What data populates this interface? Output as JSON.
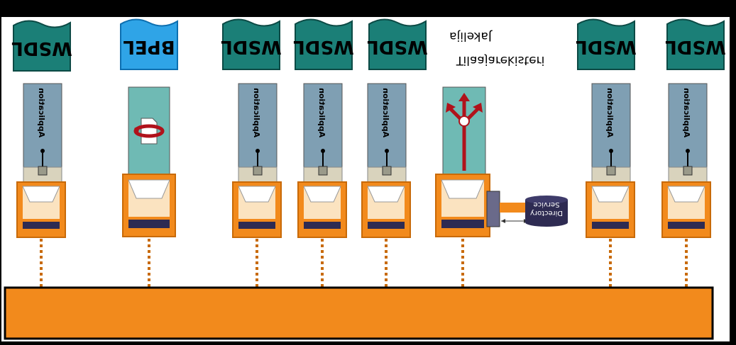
{
  "colors": {
    "background": "#000000",
    "canvas": "#ffffff",
    "wsdl": "#1b7f77",
    "wsdl_stroke": "#0c4a45",
    "bpel": "#2fa4e7",
    "bpel_stroke": "#0d6fb0",
    "application": "#7f9fb3",
    "bpel_engine": "#6fbab4",
    "connector": "#f28a1c",
    "connector_dark": "#c86a08",
    "socket_light": "#fbe3c0",
    "socket_tan": "#d9d3bd",
    "base_strip": "#2e2b52",
    "bus": "#f28a1c",
    "arrow_red": "#b0121b",
    "directory": "#2e2b52"
  },
  "labels": {
    "wsdl": "WSDL",
    "bpel": "BPEL",
    "application": "Application",
    "service_directory_line1": "Service",
    "service_directory_line2": "Directory",
    "jakelija": "Jakelija",
    "tilaajarekisteri": "Tilaajarekisteri"
  },
  "columns": [
    {
      "id": "c1",
      "kind": "application",
      "doc": "wsdl"
    },
    {
      "id": "c2",
      "kind": "bpel",
      "doc": "bpel"
    },
    {
      "id": "c3",
      "kind": "application",
      "doc": "wsdl"
    },
    {
      "id": "c4",
      "kind": "application",
      "doc": "wsdl"
    },
    {
      "id": "c5",
      "kind": "application",
      "doc": "wsdl"
    },
    {
      "id": "c6",
      "kind": "router",
      "doc": "none"
    },
    {
      "id": "c7",
      "kind": "application",
      "doc": "wsdl"
    },
    {
      "id": "c8",
      "kind": "application",
      "doc": "wsdl"
    }
  ]
}
